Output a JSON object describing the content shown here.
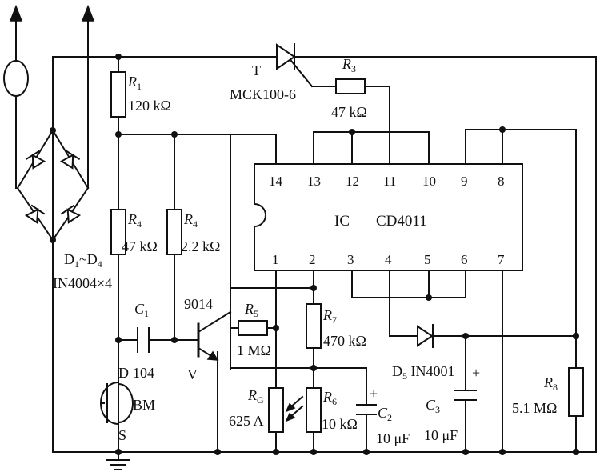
{
  "ic": {
    "name": "IC",
    "model": "CD4011",
    "pins_top": [
      "14",
      "13",
      "12",
      "11",
      "10",
      "9",
      "8"
    ],
    "pins_bottom": [
      "1",
      "2",
      "3",
      "4",
      "5",
      "6",
      "7"
    ]
  },
  "thyristor": {
    "ref": "T",
    "model": "MCK100-6"
  },
  "bridge": {
    "ref": "D1~D4",
    "ref_main": "D",
    "ref_sub1": "1",
    "ref_sep": "~D",
    "ref_sub2": "4",
    "model": "IN4004×4"
  },
  "resistors": {
    "r1": {
      "ref": "R",
      "sub": "1",
      "value": "120 kΩ"
    },
    "r3": {
      "ref": "R",
      "sub": "3",
      "value": "47 kΩ"
    },
    "r4a": {
      "ref": "R",
      "sub": "4",
      "value": "47 kΩ"
    },
    "r4b": {
      "ref": "R",
      "sub": "4",
      "value": "2.2 kΩ"
    },
    "r5": {
      "ref": "R",
      "sub": "5",
      "value": "1 MΩ"
    },
    "r7": {
      "ref": "R",
      "sub": "7",
      "value": "470 kΩ"
    },
    "r6": {
      "ref": "R",
      "sub": "6",
      "value": "10 kΩ"
    },
    "r8": {
      "ref": "R",
      "sub": "8",
      "value": "5.1 MΩ"
    },
    "rg": {
      "ref": "R",
      "sub": "G",
      "value": "625 A"
    }
  },
  "capacitors": {
    "c1": {
      "ref": "C",
      "sub": "1",
      "value": "104"
    },
    "c2": {
      "ref": "C",
      "sub": "2",
      "value": "10 μF"
    },
    "c3": {
      "ref": "C",
      "sub": "3",
      "value": "10 μF"
    }
  },
  "transistor": {
    "model": "9014",
    "label": "V"
  },
  "diode5": {
    "ref": "D",
    "sub": "5",
    "model": "IN4001"
  },
  "mic": {
    "pin_d": "D",
    "ref": "BM",
    "pin_s": "S"
  },
  "plus_sign": "+"
}
